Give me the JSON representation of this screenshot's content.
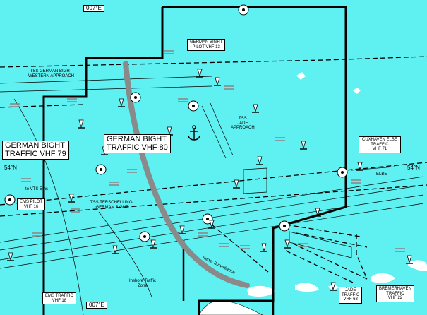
{
  "coordinates": {
    "meridian_top": "007°E",
    "meridian_bottom": "007°E",
    "parallel_left": "54°N",
    "parallel_right": "54°N"
  },
  "vts_areas": {
    "german_bight_pilot": [
      "GERMAN BIGHT",
      "PILOT VHF 13"
    ],
    "german_bight_traffic_79": [
      "GERMAN BIGHT",
      "TRAFFIC VHF 79"
    ],
    "german_bight_traffic_80": [
      "GERMAN BIGHT",
      "TRAFFIC VHF 80"
    ],
    "cuxhaven_elbe_traffic": [
      "CUXHAVEN ELBE",
      "TRAFFIC",
      "VHF 71"
    ],
    "ems_pilot": [
      "EMS PILOT",
      "VHF 16"
    ],
    "ems_traffic": [
      "EMS TRAFFIC",
      "VHF 18"
    ],
    "jade_traffic": [
      "JADE",
      "TRAFFIC",
      "VHF 63"
    ],
    "bremerhaven_traffic": [
      "BREMERHAVEN",
      "TRAFFIC",
      "VHF 22"
    ]
  },
  "map_labels": {
    "tss_gb_western": [
      "TSS GERMAN BIGHT",
      "WESTERN APPROACH"
    ],
    "tss_jade": [
      "TSS",
      "JADE",
      "APPROACH"
    ],
    "tss_terschelling": [
      "TSS TERSCHELLING-",
      "GERMAN BIGHT"
    ],
    "to_vts_ems": "to VTS Ems",
    "elbe": "ELBE",
    "inshore_zone": [
      "Inshore Traffic",
      "Zone"
    ],
    "radar_line": "Radar Surveillance"
  },
  "colors": {
    "sea": "#5ff0f2",
    "land": "#ffffff",
    "boundary": "#000000",
    "radar_coverage": "#8a8a8a",
    "buoy": "#ffffff"
  }
}
